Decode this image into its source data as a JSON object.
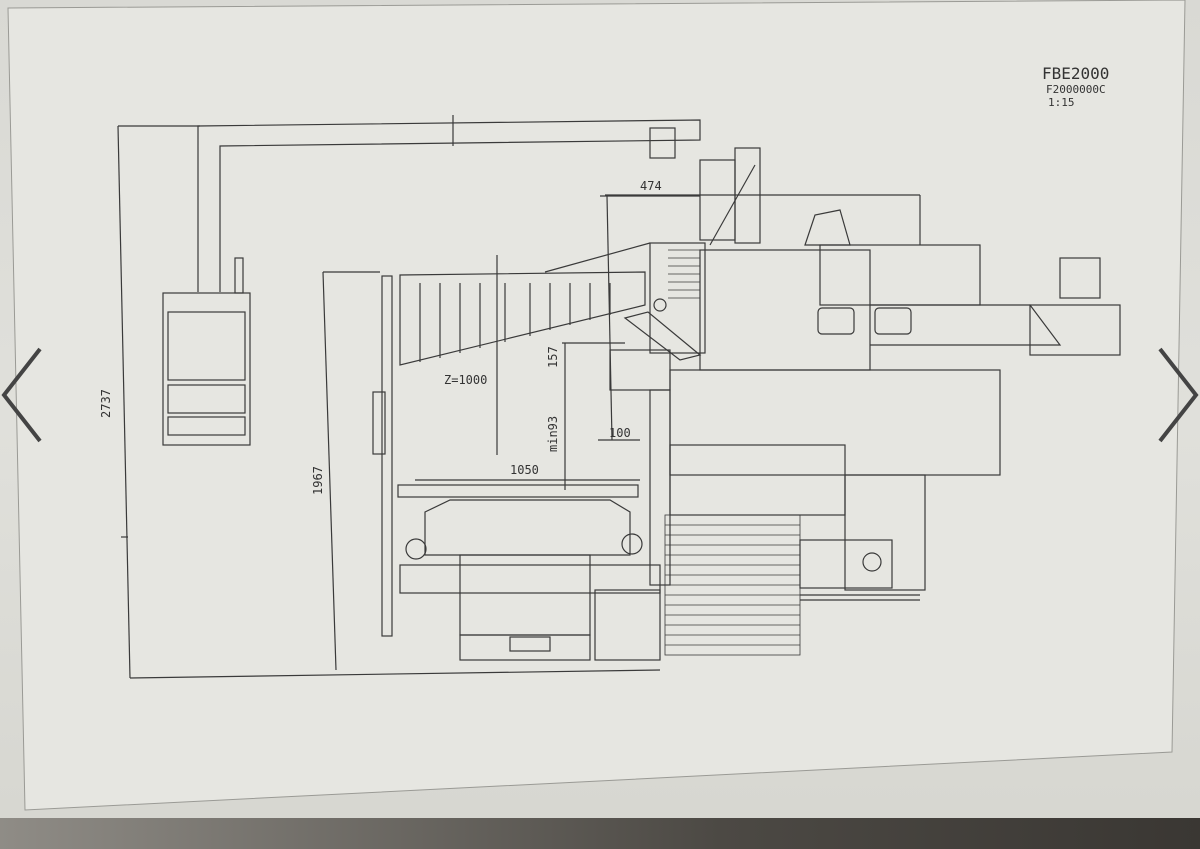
{
  "title_block": {
    "model": "FBE2000",
    "drawing_number": "F2000000C",
    "scale": "1:15"
  },
  "dimensions": {
    "overall_height": "2737",
    "table_height": "1967",
    "offset_top": "474",
    "z_travel": "Z=1000",
    "head_clearance": "157",
    "min_clearance": "min93",
    "spindle_offset": "100",
    "table_width": "1050"
  },
  "navigation": {
    "previous_icon": "chevron-left-icon",
    "next_icon": "chevron-right-icon"
  },
  "colors": {
    "paper": "#e3e3de",
    "ink": "#3a3a3a",
    "arrow": "#444444"
  }
}
